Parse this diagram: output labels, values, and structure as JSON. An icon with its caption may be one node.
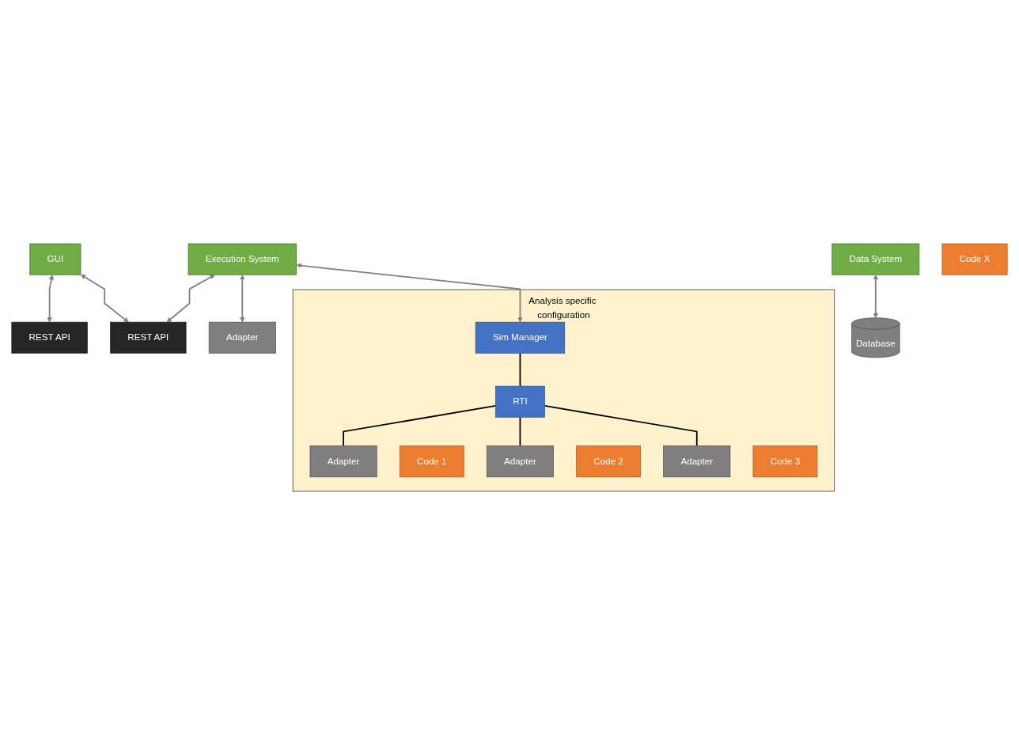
{
  "diagram": {
    "nodes": [
      {
        "text": [
          "GUI"
        ]
      },
      {
        "text": [
          "REST API"
        ]
      },
      {
        "text": [
          "Execution System"
        ]
      },
      {
        "text": [
          "REST API"
        ]
      },
      {
        "text": [
          "Data System"
        ]
      },
      {
        "text": [
          "Database"
        ]
      },
      {
        "text": [
          "Adapter"
        ]
      },
      {
        "text": [
          "Code X"
        ]
      },
      {
        "text": [
          "Analysis specific configuration"
        ]
      },
      {
        "text": [
          "Sim Manager"
        ],
        "in": 8
      },
      {
        "text": [
          "RTI"
        ],
        "in": 8
      },
      {
        "text": [
          "Adapter"
        ],
        "in": 8
      },
      {
        "text": [
          "Code 1"
        ],
        "in": 8
      },
      {
        "text": [
          "Adapter"
        ],
        "in": 8
      },
      {
        "text": [
          "Code 2"
        ],
        "in": 8
      },
      {
        "text": [
          "Adapter"
        ],
        "in": 8
      },
      {
        "text": [
          "Code 3"
        ],
        "in": 8
      }
    ],
    "edges": [
      {
        "from": 0,
        "to": 1,
        "arrow": "both"
      },
      {
        "from": 0,
        "to": 3,
        "arrow": "both"
      },
      {
        "from": 2,
        "to": 3,
        "arrow": "both"
      },
      {
        "from": 4,
        "to": 5,
        "arrow": "both"
      },
      {
        "from": 2,
        "to": 6,
        "arrow": "both"
      },
      {
        "from": 2,
        "to": 9,
        "arrow": "both"
      },
      {
        "from": 9,
        "to": 10,
        "arrow": "none",
        "color": "#000000"
      },
      {
        "from": 10,
        "to": 11,
        "arrow": "none",
        "color": "#000000"
      },
      {
        "from": 10,
        "to": 13,
        "arrow": "none",
        "color": "#000000"
      },
      {
        "from": 10,
        "to": 15,
        "arrow": "none",
        "color": "#000000"
      }
    ]
  }
}
